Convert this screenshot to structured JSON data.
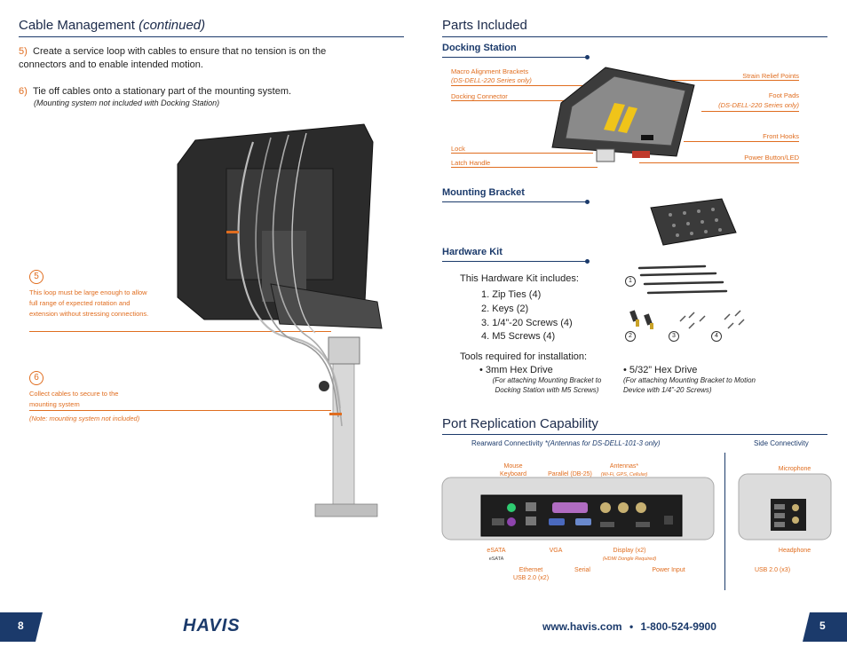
{
  "left": {
    "title": "Cable Management",
    "title_cont": "(continued)",
    "step5_num": "5)",
    "step5_text": "Create a service loop with cables to ensure that no tension is on the connectors and to enable intended motion.",
    "step6_num": "6)",
    "step6_text": "Tie off cables onto a stationary part of the mounting system.",
    "step6_note": "(Mounting system not included with Docking Station)",
    "callout5_num": "5",
    "callout5_text": "This loop must be large enough to allow full range of expected rotation and extension without stressing connections.",
    "callout6_num": "6",
    "callout6_text": "Collect cables to secure to the mounting system",
    "callout6_note": "(Note: mounting system not included)"
  },
  "right": {
    "title": "Parts Included",
    "docking_station": {
      "heading": "Docking Station",
      "labels_left": [
        "Macro Alignment Brackets",
        "(DS-DELL-220 Series only)",
        "Docking Connector",
        "Lock",
        "Latch Handle"
      ],
      "labels_right": [
        "Strain Relief Points",
        "Foot Pads",
        "(DS-DELL-220 Series only)",
        "Front Hooks",
        "Power Button/LED"
      ]
    },
    "mounting_bracket": {
      "heading": "Mounting Bracket"
    },
    "hardware_kit": {
      "heading": "Hardware Kit",
      "includes": "This Hardware Kit includes:",
      "items": [
        "1.  Zip Ties (4)",
        "2.  Keys (2)",
        "3.  1/4”-20 Screws (4)",
        "4.  M5 Screws (4)"
      ],
      "tools_heading": "Tools required for installation:",
      "tool1": "•  3mm Hex Drive",
      "tool1_note": "(For attaching Mounting Bracket to Docking Station with M5 Screws)",
      "tool2": "•  5/32” Hex Drive",
      "tool2_note": "(For attaching Mounting Bracket to Motion Device with 1/4”-20 Screws)",
      "circles": [
        "1",
        "2",
        "3",
        "4"
      ]
    },
    "port_replication": {
      "title": "Port Replication Capability",
      "rearward": "Rearward Connectivity",
      "rearward_note": "*(Antennas for DS-DELL-101-3 only)",
      "side": "Side Connectivity",
      "top_labels": [
        "Mouse",
        "Keyboard",
        "Parallel (DB-25)",
        "Antennas*",
        "(Wi-Fi, GPS, Cellular)",
        "Microphone"
      ],
      "bottom_labels": [
        "eSATA",
        "eSATA",
        "VGA",
        "Display (x2)",
        "(HDMI Dongle Required)",
        "Ethernet",
        "USB 2.0 (x2)",
        "Serial",
        "Power Input",
        "Headphone",
        "USB 2.0 (x3)"
      ]
    }
  },
  "footer": {
    "page_left": "8",
    "logo": "HAVIS",
    "website": "www.havis.com",
    "bullet": "•",
    "phone": "1-800-524-9900",
    "page_right": "5"
  },
  "colors": {
    "navy": "#1b3a6b",
    "orange": "#e06d1f"
  }
}
